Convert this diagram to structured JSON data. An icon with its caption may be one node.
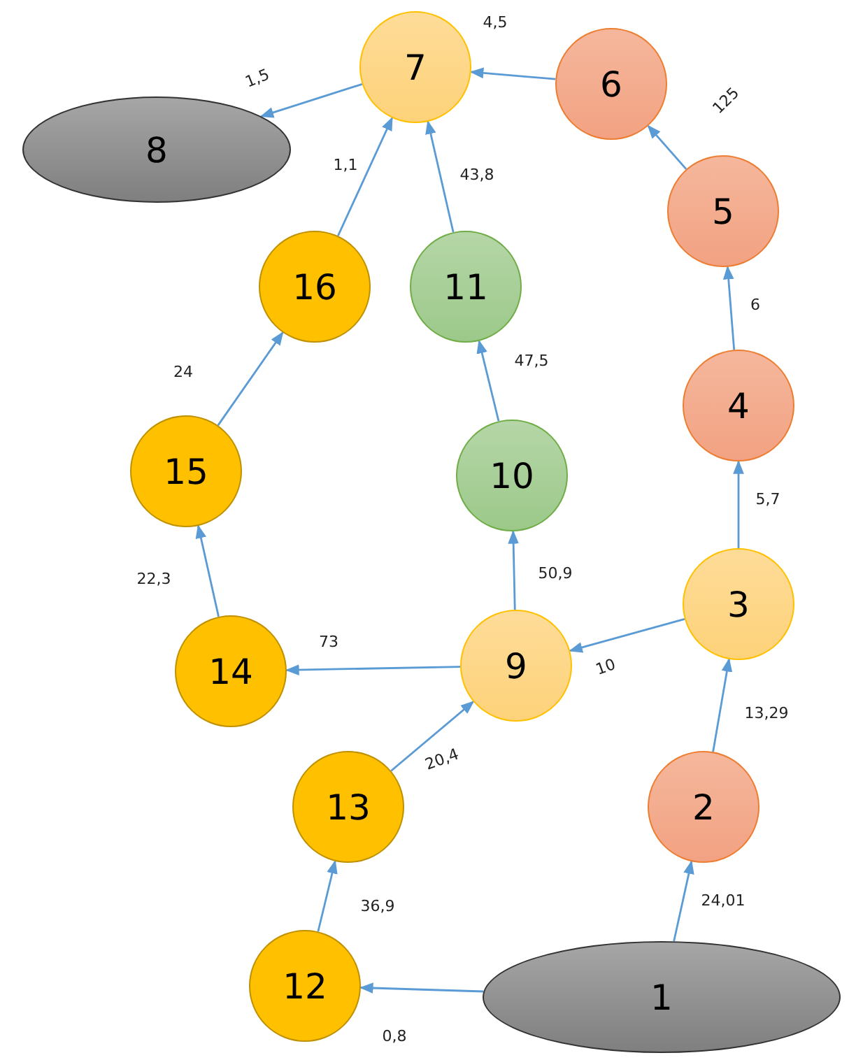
{
  "diagram": {
    "nodes": [
      {
        "text": [
          "7"
        ]
      },
      {
        "text": [
          "6"
        ]
      },
      {
        "text": [
          "8"
        ]
      },
      {
        "text": [
          "5"
        ]
      },
      {
        "text": [
          "16"
        ]
      },
      {
        "text": [
          "11"
        ]
      },
      {
        "text": [
          "4"
        ]
      },
      {
        "text": [
          "15"
        ]
      },
      {
        "text": [
          "10"
        ]
      },
      {
        "text": [
          "3"
        ]
      },
      {
        "text": [
          "9"
        ]
      },
      {
        "text": [
          "14"
        ]
      },
      {
        "text": [
          "13"
        ]
      },
      {
        "text": [
          "2"
        ]
      },
      {
        "text": [
          "12"
        ]
      },
      {
        "text": [
          "1"
        ]
      }
    ],
    "edges": [
      {
        "from": 15,
        "to": 13,
        "arrow": "to",
        "label": "24,01"
      },
      {
        "from": 13,
        "to": 9,
        "arrow": "to",
        "label": "13,29"
      },
      {
        "from": 9,
        "to": 6,
        "arrow": "to",
        "label": "5,7"
      },
      {
        "from": 6,
        "to": 3,
        "arrow": "to",
        "label": "6"
      },
      {
        "from": 3,
        "to": 1,
        "arrow": "to",
        "label": "125"
      },
      {
        "from": 1,
        "to": 0,
        "arrow": "to",
        "label": "4,5"
      },
      {
        "from": 0,
        "to": 2,
        "arrow": "to",
        "label": "1,5"
      },
      {
        "from": 9,
        "to": 10,
        "arrow": "to",
        "label": "10"
      },
      {
        "from": 10,
        "to": 8,
        "arrow": "to",
        "label": "50,9"
      },
      {
        "from": 8,
        "to": 5,
        "arrow": "to",
        "label": "47,5"
      },
      {
        "from": 5,
        "to": 0,
        "arrow": "to",
        "label": "43,8"
      },
      {
        "from": 15,
        "to": 14,
        "arrow": "to",
        "label": "0,8"
      },
      {
        "from": 14,
        "to": 12,
        "arrow": "to",
        "label": "36,9"
      },
      {
        "from": 12,
        "to": 10,
        "arrow": "to",
        "label": "20,4"
      },
      {
        "from": 10,
        "to": 11,
        "arrow": "to",
        "label": "73"
      },
      {
        "from": 11,
        "to": 7,
        "arrow": "to",
        "label": "22,3"
      },
      {
        "from": 7,
        "to": 4,
        "arrow": "to",
        "label": "24"
      },
      {
        "from": 4,
        "to": 0,
        "arrow": "to",
        "label": "1,1"
      }
    ]
  }
}
